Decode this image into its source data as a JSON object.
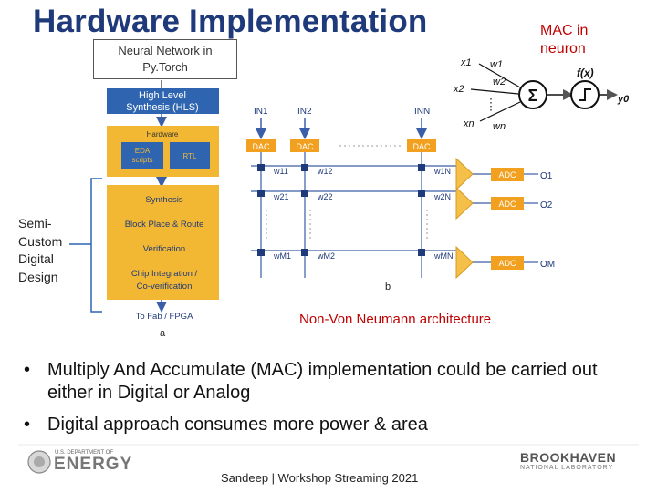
{
  "slide": {
    "title": "Hardware Implementation",
    "mac_label": [
      "MAC in",
      "neuron"
    ],
    "nn_box": [
      "Neural Network in",
      "Py.Torch"
    ],
    "semi_custom": [
      "Semi-",
      "Custom",
      "Digital",
      "Design"
    ],
    "nonvon_caption": "Non-Von Neumann architecture",
    "bullets": [
      "Multiply And Accumulate (MAC) implementation could be carried out either in Digital or Analog",
      "Digital approach consumes more power & area"
    ],
    "footer": "Sandeep | Workshop Streaming 2021"
  },
  "flow": {
    "hls": [
      "High Level",
      "Synthesis (HLS)"
    ],
    "hardware_label": "Hardware",
    "eda": [
      "EDA",
      "scripts"
    ],
    "rtl": "RTL",
    "steps": [
      "Synthesis",
      "Block Place & Route",
      "Verification",
      "Chip Integration /",
      "Co-verification"
    ],
    "to_fab": "To Fab / FPGA",
    "panel_letter": "a"
  },
  "crossbar": {
    "inputs": [
      "IN1",
      "IN2",
      "INN"
    ],
    "dac_label": "DAC",
    "adc_label": "ADC",
    "weights_row1": [
      "w11",
      "w12",
      "w1N"
    ],
    "weights_row2": [
      "w21",
      "w22",
      "w2N"
    ],
    "weights_row3": [
      "wM1",
      "wM2",
      "wMN"
    ],
    "outputs": [
      "O1",
      "O2",
      "OM"
    ],
    "panel_letter": "b"
  },
  "neuron": {
    "x1": "x1",
    "x2": "x2",
    "xn": "xn",
    "w1": "w1",
    "w2": "w2",
    "wn": "wn",
    "sum": "Σ",
    "act": "f(x)",
    "out": "y0"
  },
  "logos": {
    "doe_small": "U.S. DEPARTMENT OF",
    "doe_big": "ENERGY",
    "bnl_big": "BROOKHAVEN",
    "bnl_small": "NATIONAL LABORATORY"
  },
  "colors": {
    "title": "#1f3a7a",
    "accent_red": "#c00000",
    "flow_yellow": "#f2b833",
    "flow_blue": "#2e64b0",
    "dac_orange": "#f2a020",
    "adc_orange": "#f2a020",
    "amp_orange": "#f5c04a",
    "wire_blue": "#3a5fa8"
  }
}
